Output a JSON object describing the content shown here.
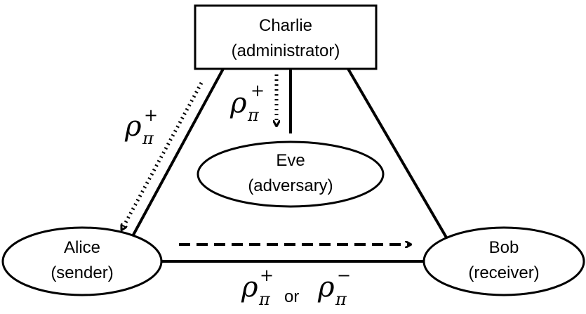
{
  "nodes": {
    "charlie": {
      "name": "Charlie",
      "role": "(administrator)"
    },
    "eve": {
      "name": "Eve",
      "role": "(adversary)"
    },
    "alice": {
      "name": "Alice",
      "role": "(sender)"
    },
    "bob": {
      "name": "Bob",
      "role": "(receiver)"
    }
  },
  "labels": {
    "charlie_to_alice": {
      "symbol": "ρ",
      "sub": "π",
      "sup": "+"
    },
    "charlie_to_eve": {
      "symbol": "ρ",
      "sub": "π",
      "sup": "+"
    },
    "alice_to_bob": {
      "first": {
        "symbol": "ρ",
        "sub": "π",
        "sup": "+"
      },
      "connector": "or",
      "second": {
        "symbol": "ρ",
        "sub": "π",
        "sup": "−"
      }
    }
  },
  "colors": {
    "stroke": "#000000",
    "background": "#ffffff"
  }
}
